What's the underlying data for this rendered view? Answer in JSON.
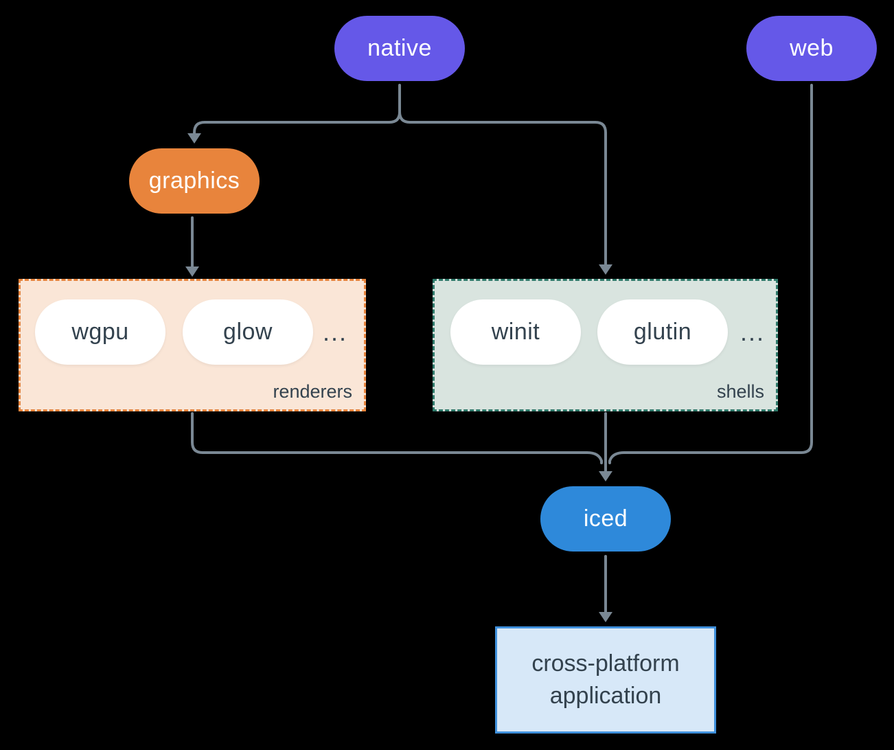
{
  "palette": {
    "background": "#000000",
    "connector_line": "#7A8894",
    "node_purple": "#6558E8",
    "node_orange": "#E8843C",
    "node_blue": "#2E89DA",
    "pill_white": "#FFFFFF",
    "renderers_fill": "#FAE6D7",
    "renderers_border": "#E8843C",
    "shells_fill": "#D9E4DF",
    "shells_border": "#2F7A6B",
    "app_fill": "#D7E8F8",
    "app_border": "#3F90DC",
    "dark_text": "#33424E",
    "light_text": "#FFFFFF"
  },
  "nodes": {
    "native": {
      "label": "native"
    },
    "web": {
      "label": "web"
    },
    "graphics": {
      "label": "graphics"
    },
    "iced": {
      "label": "iced"
    },
    "application": {
      "line1": "cross-platform",
      "line2": "application"
    }
  },
  "groups": {
    "renderers": {
      "label": "renderers",
      "pills": [
        "wgpu",
        "glow"
      ],
      "more": "..."
    },
    "shells": {
      "label": "shells",
      "pills": [
        "winit",
        "glutin"
      ],
      "more": "..."
    }
  }
}
